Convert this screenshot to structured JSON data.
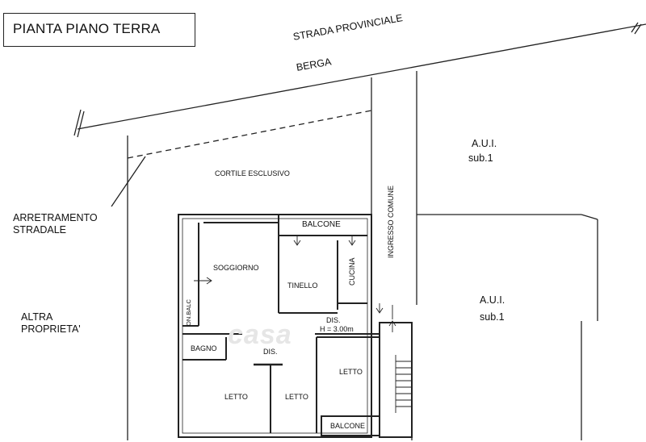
{
  "title": "PIANTA PIANO TERRA",
  "road": {
    "line1": "STRADA PROVINCIALE",
    "line2": "BERGA"
  },
  "left_labels": {
    "setback_line1": "ARRETRAMENTO",
    "setback_line2": "STRADALE",
    "other_line1": "ALTRA",
    "other_line2": "PROPRIETA'"
  },
  "aui_top": {
    "line1": "A.U.I.",
    "line2": "sub.1"
  },
  "aui_right": {
    "line1": "A.U.I.",
    "line2": "sub.1"
  },
  "courtyard": "CORTILE ESCLUSIVO",
  "corridor": "INGRESSO COMUNE",
  "rooms": {
    "balcone_top": "BALCONE",
    "soggiorno": "SOGGIORNO",
    "tinello": "TINELLO",
    "cucina": "CUCINA",
    "onbalc": "ON.BALC",
    "dis_upper": "DIS.",
    "height": "H = 3.00m",
    "bagno": "BAGNO",
    "dis_lower": "DIS.",
    "letto_left": "LETTO",
    "letto_mid": "LETTO",
    "letto_right": "LETTO",
    "balcone_bottom": "BALCONE"
  },
  "watermark": "casa"
}
